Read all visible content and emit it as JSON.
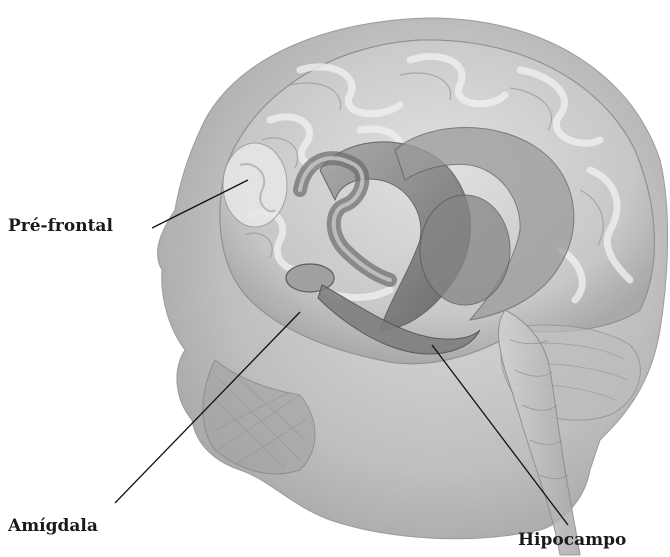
{
  "labels": {
    "prefrontal": "Pré-frontal",
    "amigdala": "Amígdala",
    "hipocampo": "Hipocampo"
  },
  "colors": {
    "background": "#ffffff",
    "head": "#b9b9b9",
    "cortex": "#cfcfcf",
    "gyri": "#e3e3e3",
    "limbic": "#8d8d8d",
    "leader_line": "#111111"
  }
}
